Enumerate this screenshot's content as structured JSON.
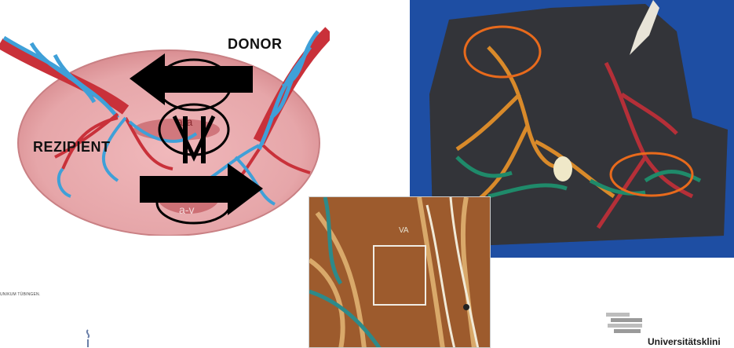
{
  "diagram": {
    "donor_label": "DONOR",
    "recipient_label": "REZIPIENT",
    "anastomosis_top": "a-a",
    "anastomosis_bottom": "a-v"
  },
  "closeup": {
    "label_va": "VA"
  },
  "footer": {
    "clinic_text": "UNIKUM TÜBINGEN.",
    "university_text": "Universitätsklini"
  },
  "colors": {
    "placenta_pink": "#e6a6a9",
    "artery_red": "#c9313a",
    "vein_blue": "#3fa0d8",
    "photo_background": "#1e4ea3",
    "marker_orange": "#e86a1c"
  }
}
